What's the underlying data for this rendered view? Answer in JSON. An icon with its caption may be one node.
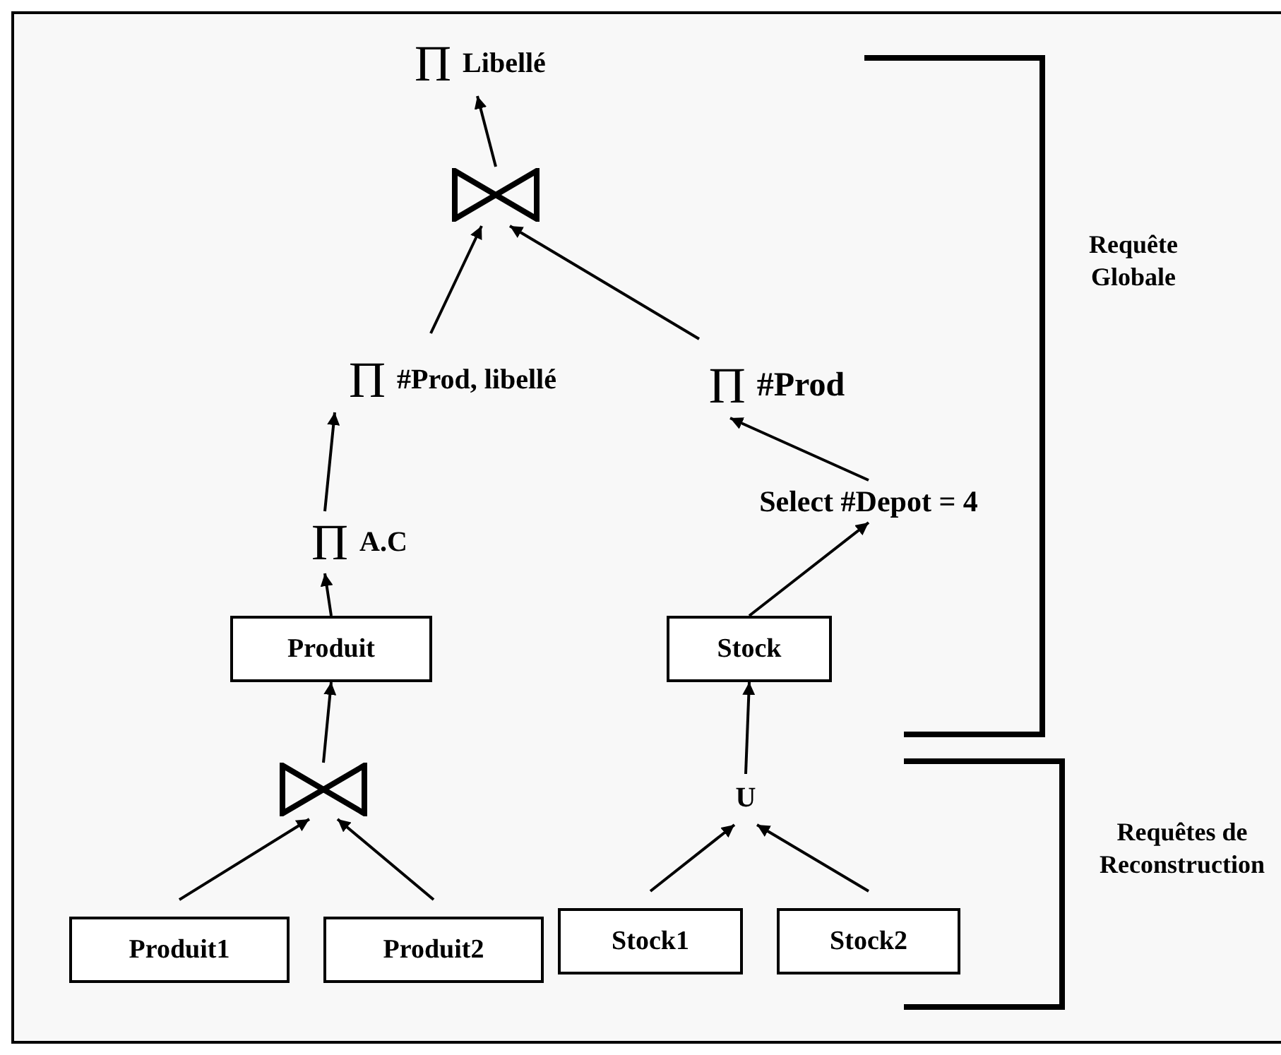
{
  "diagram": {
    "nodes": [
      {
        "text": [
          "Π",
          "Libellé"
        ]
      },
      {
        "text": [],
        "shape": "bowtie"
      },
      {
        "text": [
          "Π",
          "#Prod, libellé"
        ]
      },
      {
        "text": [
          "Π",
          "#Prod"
        ]
      },
      {
        "text": [
          "Select #Depot = 4"
        ]
      },
      {
        "text": [
          "Π",
          "A.C"
        ]
      },
      {
        "text": [
          "Produit"
        ]
      },
      {
        "text": [
          "Stock"
        ]
      },
      {
        "text": [],
        "shape": "bowtie"
      },
      {
        "text": [
          "U"
        ]
      },
      {
        "text": [
          "Produit1"
        ]
      },
      {
        "text": [
          "Produit2"
        ]
      },
      {
        "text": [
          "Stock1"
        ]
      },
      {
        "text": [
          "Stock2"
        ]
      }
    ],
    "edges": [
      {
        "from": 1,
        "to": 0,
        "arrow": "to"
      },
      {
        "from": 2,
        "to": 1,
        "arrow": "to"
      },
      {
        "from": 3,
        "to": 1,
        "arrow": "to"
      },
      {
        "from": 5,
        "to": 2,
        "arrow": "to"
      },
      {
        "from": 4,
        "to": 3,
        "arrow": "to"
      },
      {
        "from": 6,
        "to": 5,
        "arrow": "to"
      },
      {
        "from": 7,
        "to": 4,
        "arrow": "to"
      },
      {
        "from": 8,
        "to": 6,
        "arrow": "to"
      },
      {
        "from": 9,
        "to": 7,
        "arrow": "to"
      },
      {
        "from": 10,
        "to": 8,
        "arrow": "to"
      },
      {
        "from": 11,
        "to": 8,
        "arrow": "to"
      },
      {
        "from": 12,
        "to": 9,
        "arrow": "to"
      },
      {
        "from": 13,
        "to": 9,
        "arrow": "to"
      }
    ],
    "labels": [
      "Requête Globale",
      "Requêtes de Reconstruction"
    ]
  }
}
